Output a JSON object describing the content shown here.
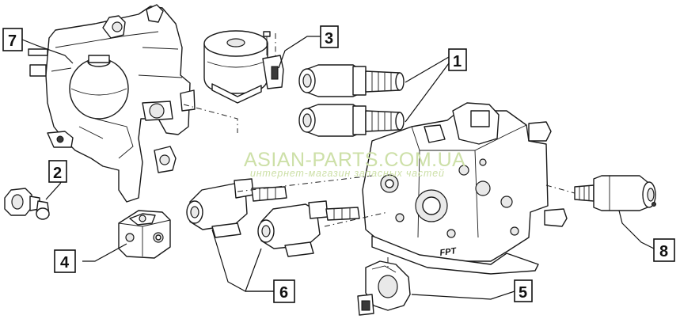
{
  "callouts": [
    {
      "id": "1",
      "label": "1"
    },
    {
      "id": "2",
      "label": "2"
    },
    {
      "id": "3",
      "label": "3"
    },
    {
      "id": "4",
      "label": "4"
    },
    {
      "id": "5",
      "label": "5"
    },
    {
      "id": "6",
      "label": "6"
    },
    {
      "id": "7",
      "label": "7"
    },
    {
      "id": "8",
      "label": "8"
    }
  ],
  "watermark": {
    "main": "ASIAN-PARTS.COM.UA",
    "sub": "интернет-магазин запасных частей"
  },
  "brand_mark": "FPT"
}
